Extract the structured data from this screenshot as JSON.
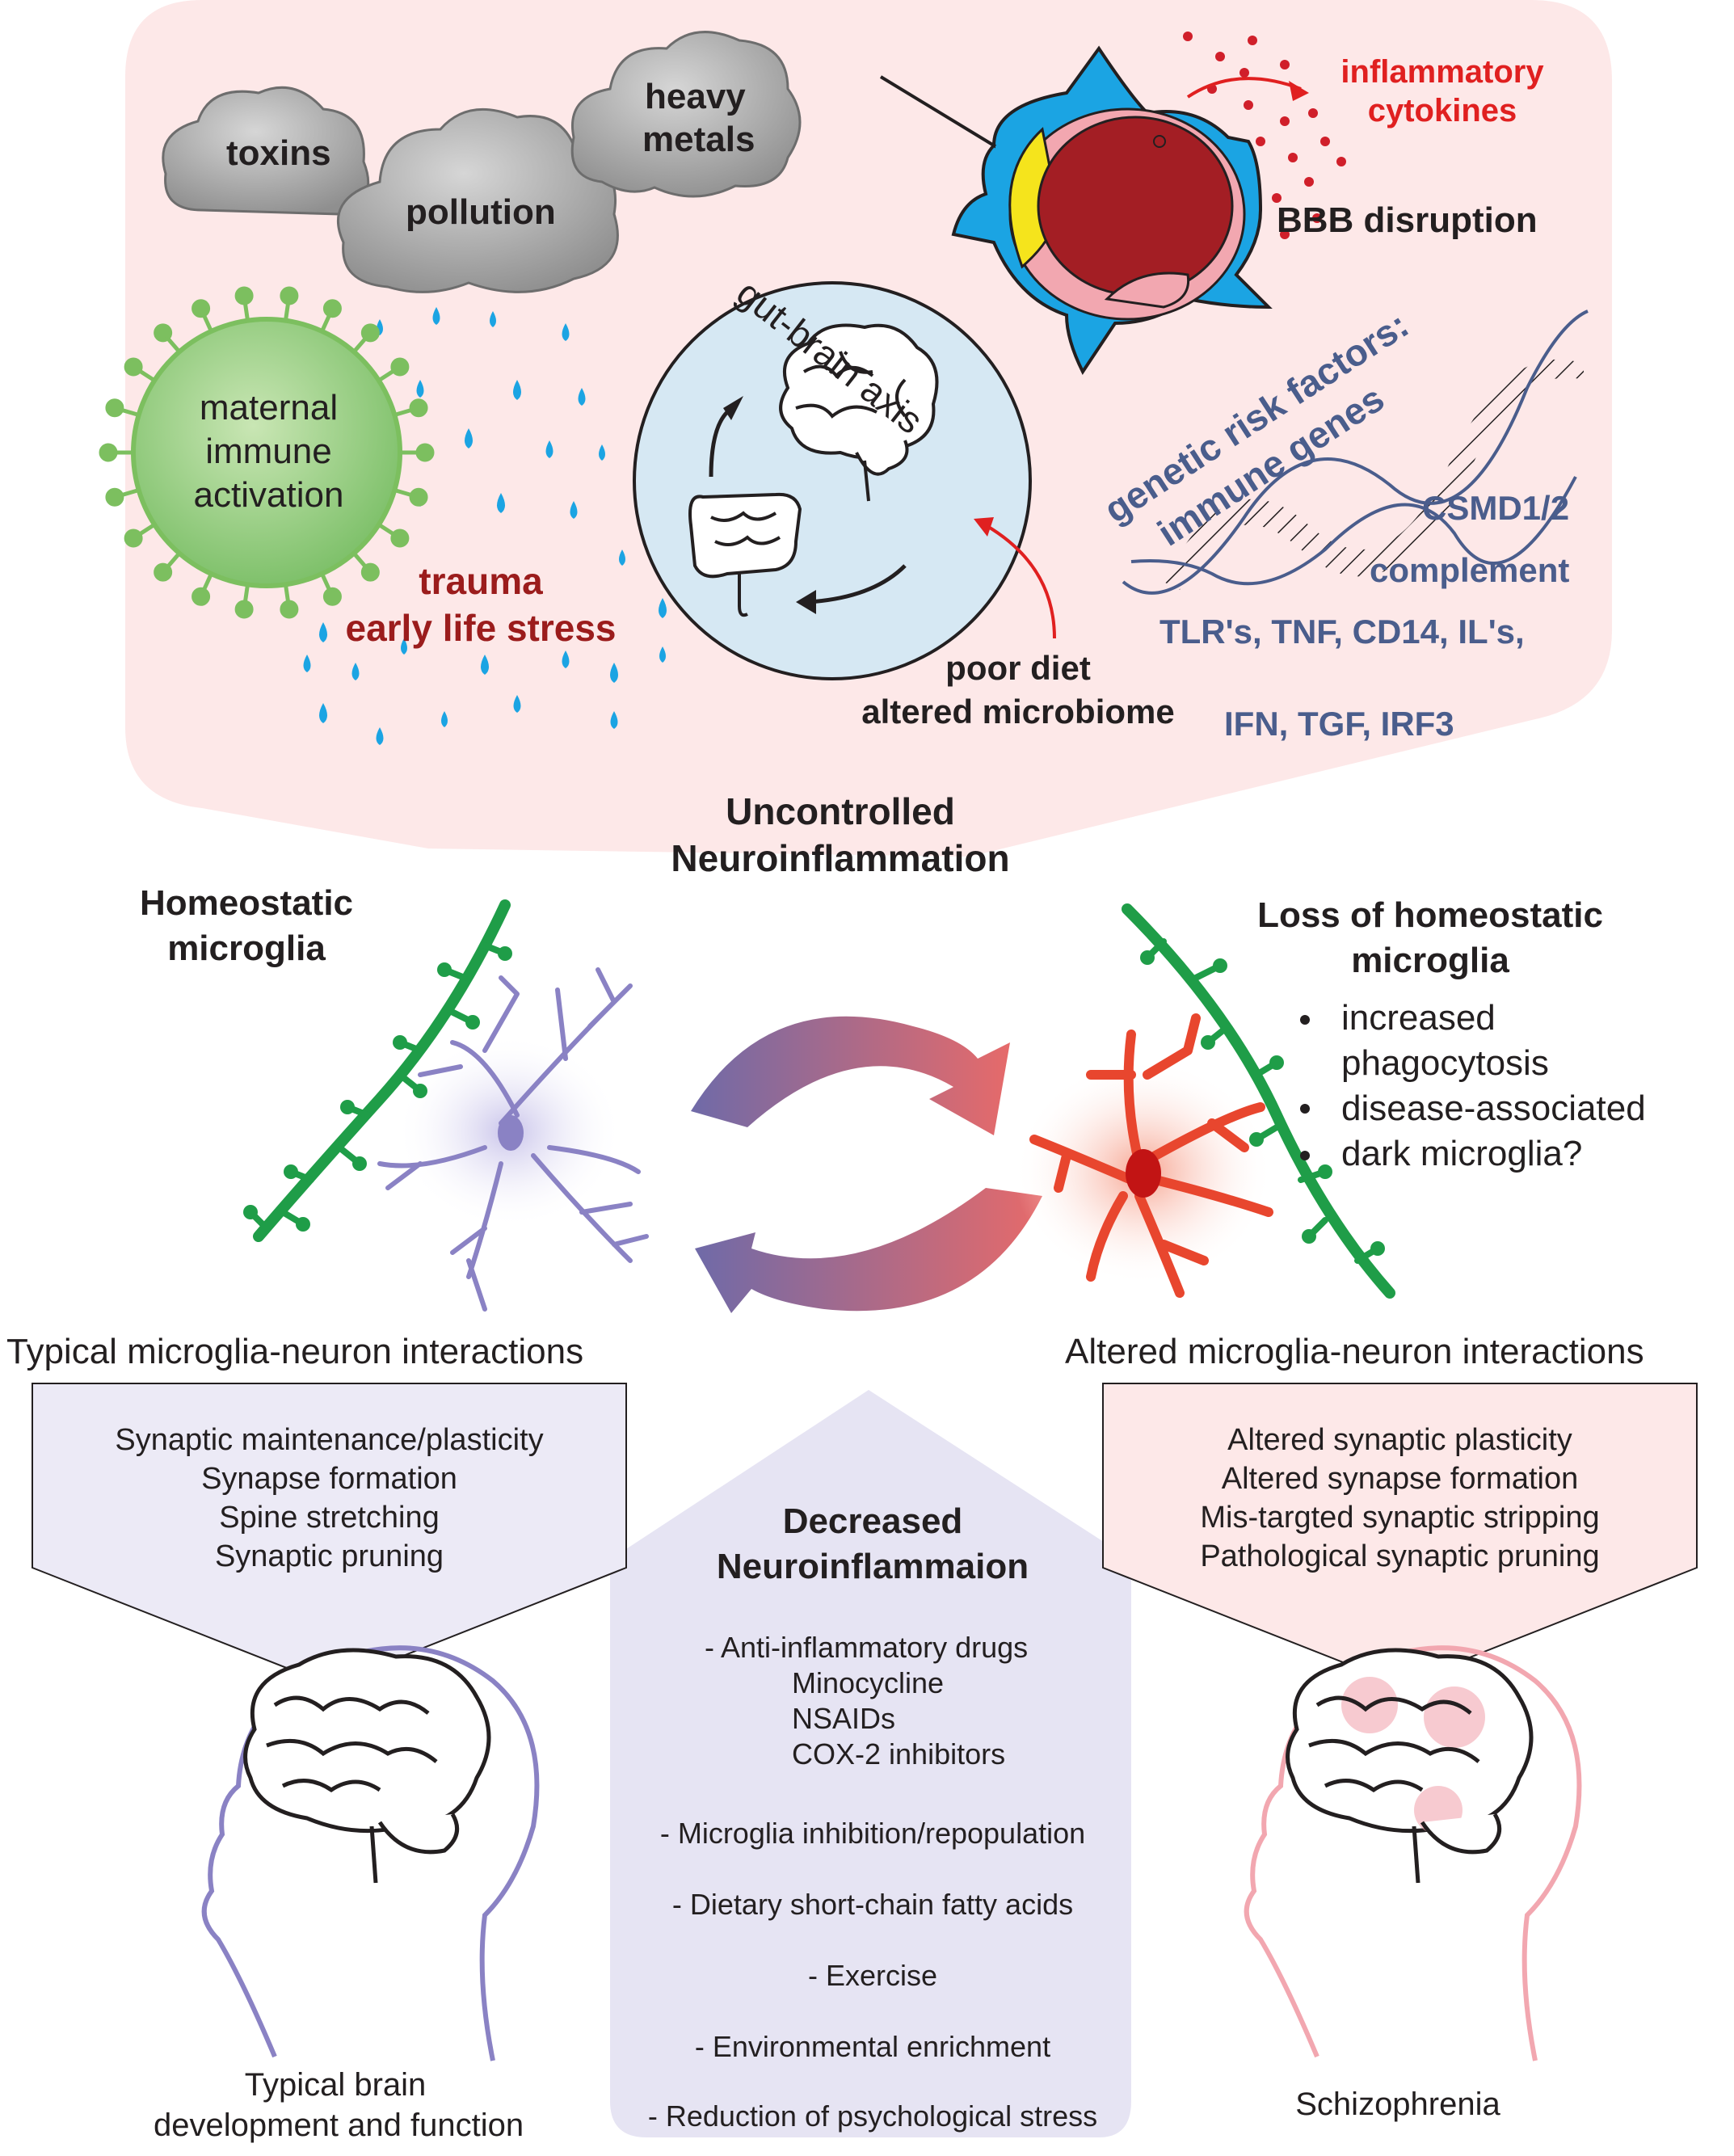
{
  "top": {
    "clouds": [
      "toxins",
      "pollution",
      "heavy",
      "metals"
    ],
    "virus_label": [
      "maternal",
      "immune",
      "activation"
    ],
    "trauma": [
      "trauma",
      "early life stress"
    ],
    "gut_brain": "gut-brain axis",
    "diet": [
      "poor diet",
      "altered microbiome"
    ],
    "cytokines": [
      "inflammatory",
      "cytokines"
    ],
    "bbb": "BBB disruption",
    "genetic": [
      "genetic risk factors:",
      "immune genes"
    ],
    "genes": [
      "CSMD1/2",
      "complement",
      "TLR's, TNF, CD14, IL's,",
      "IFN, TGF, IRF3"
    ],
    "uncontrolled": [
      "Uncontrolled",
      "Neuroinflammation"
    ]
  },
  "homeostatic": [
    "Homeostatic",
    "microglia"
  ],
  "loss": {
    "title": [
      "Loss of homeostatic",
      "microglia"
    ],
    "bullets": [
      "increased",
      "phagocytosis",
      "disease-associated",
      "dark microglia?"
    ]
  },
  "typical_interactions": {
    "title": "Typical microglia-neuron interactions",
    "items": [
      "Synaptic maintenance/plasticity",
      "Synapse formation",
      "Spine stretching",
      "Synaptic pruning"
    ]
  },
  "altered_interactions": {
    "title": "Altered microglia-neuron interactions",
    "items": [
      "Altered synaptic plasticity",
      "Altered synapse formation",
      "Mis-targted synaptic stripping",
      "Pathological synaptic pruning"
    ]
  },
  "decreased": {
    "title": [
      "Decreased",
      "Neuroinflammaion"
    ],
    "items": [
      "- Anti-inflammatory drugs",
      "Minocycline",
      "NSAIDs",
      "COX-2 inhibitors",
      "- Microglia inhibition/repopulation",
      "- Dietary short-chain fatty acids",
      "- Exercise",
      "- Environmental enrichment",
      "- Reduction of psychological stress"
    ]
  },
  "typical_brain": [
    "Typical brain",
    "development and function"
  ],
  "schizophrenia": "Schizophrenia",
  "colors": {
    "pink_panel": "#fde8e8",
    "lavender_panel": "#e6e4f3",
    "blue_text": "#4a5d8c",
    "red_text": "#e02020",
    "dark_red": "#9b1c1c",
    "green": "#1f9d48",
    "cyan": "#1aa3e0",
    "microglia_purple": "#8a82c4",
    "microglia_red": "#e8462e"
  }
}
